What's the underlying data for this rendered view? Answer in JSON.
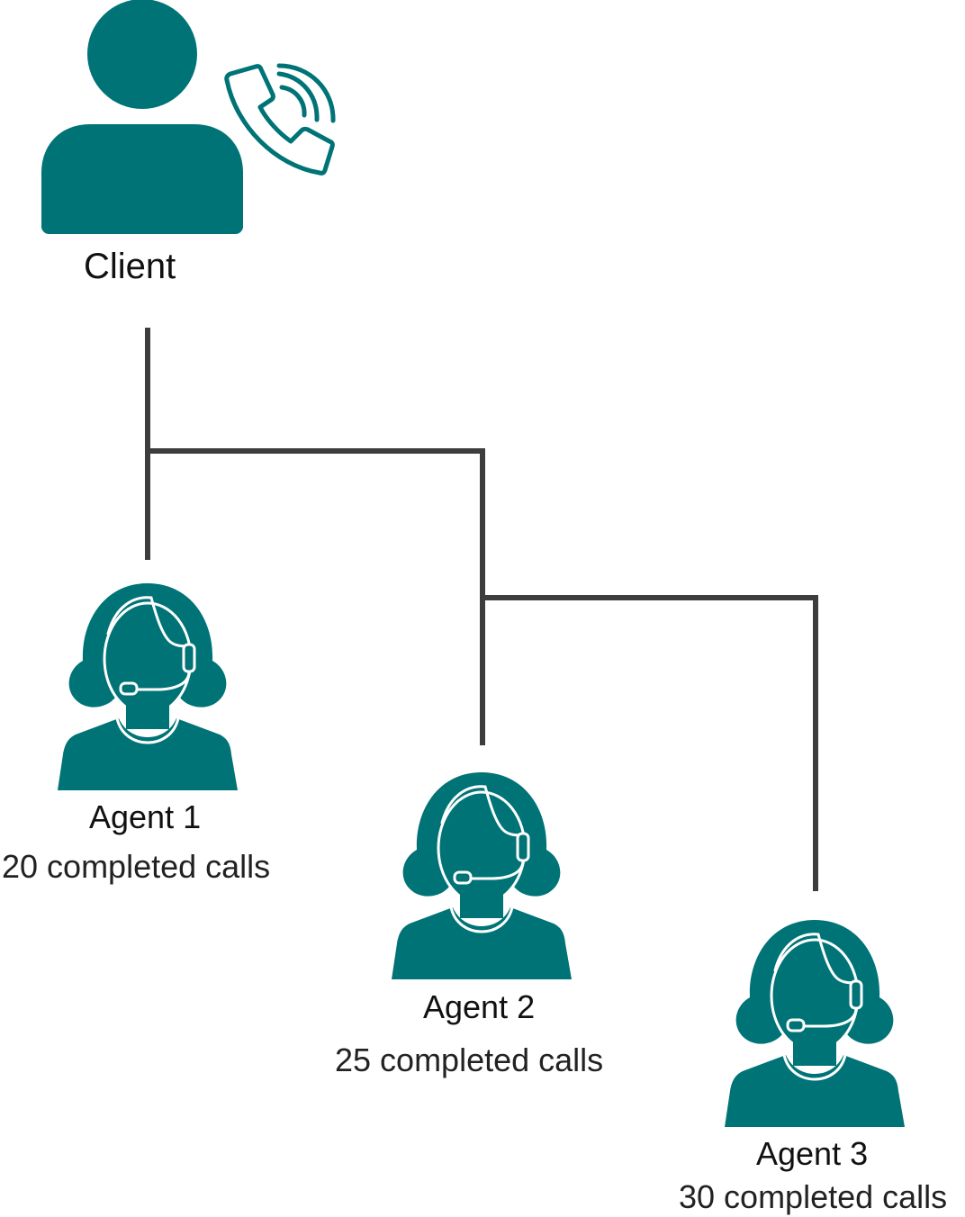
{
  "colors": {
    "figure": "#007377",
    "connector": "#3d3d3d",
    "figure_outline": "#ffffff"
  },
  "client": {
    "label": "Client",
    "icon": "person-icon",
    "phone_icon": "phone-ringing-icon"
  },
  "agents": [
    {
      "name": "Agent 1",
      "calls": "20 completed calls",
      "icon": "agent-headset-icon"
    },
    {
      "name": "Agent 2",
      "calls": "25 completed calls",
      "icon": "agent-headset-icon"
    },
    {
      "name": "Agent 3",
      "calls": "30 completed calls",
      "icon": "agent-headset-icon"
    }
  ]
}
